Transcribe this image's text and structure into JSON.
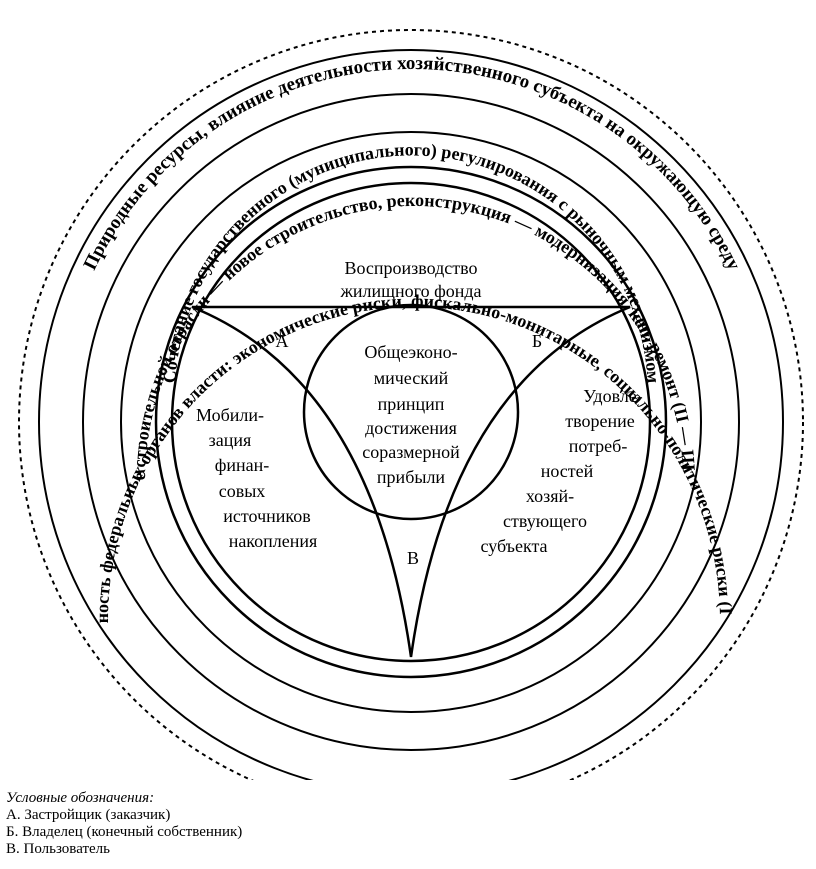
{
  "rings": {
    "outer": "Природные ресурсы, влияние деятельности хозяйственного субъекта на окружающую среду",
    "level1": "Деятельность федеральных органов власти: экономические риски, фискально-монитарные, социально-политические риски (I уровень)",
    "level2": "Развитие строительной отрасли — новое строительство, реконструкция — модернизация, кап. ремонт (II — III уровень)",
    "level3": "Сочетание государственного (муниципального) регулирования с рыночным механизмом"
  },
  "triangle": {
    "top_line1": "Воспроизводство",
    "top_line2": "жилищного фонда",
    "left": [
      "Мобили-",
      "зация",
      "финан-",
      "совых",
      "источников",
      "накопления"
    ],
    "right": [
      "Удовле-",
      "творение",
      "потреб-",
      "ностей",
      "хозяй-",
      "ствующего",
      "субъекта"
    ],
    "vertex_a": "А",
    "vertex_b": "Б",
    "vertex_v": "В"
  },
  "center": [
    "Общеэконо-",
    "мический",
    "принцип",
    "достижения",
    "соразмерной",
    "прибыли"
  ],
  "legend": {
    "title": "Условные обозначения:",
    "items": [
      "А. Застройщик (заказчик)",
      "Б. Владелец (конечный собственник)",
      "В. Пользователь"
    ]
  }
}
